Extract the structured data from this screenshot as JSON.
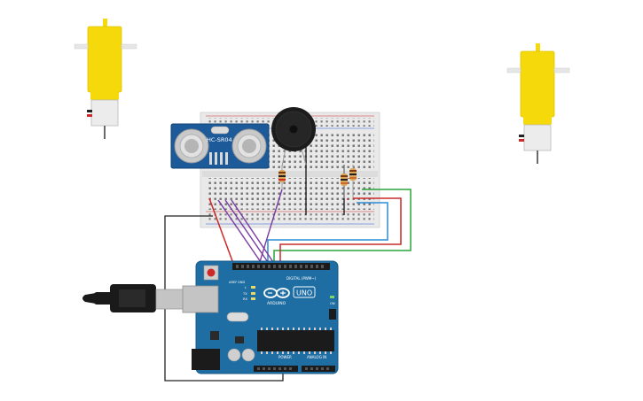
{
  "canvas": {
    "background": "#ffffff"
  },
  "components": {
    "sensor": {
      "label": "HC-SR04"
    },
    "arduino": {
      "logo_text": "UNO",
      "brand_text": "ARDUINO",
      "digital_label": "DIGITAL (PWM~)",
      "power_label": "POWER",
      "analog_label": "ANALOG IN",
      "aref_label": "AREF",
      "gnd_label": "GND",
      "tx_label": "TX",
      "rx_label": "RX",
      "l_label": "L",
      "on_label": "ON"
    }
  },
  "colors": {
    "motor_body": "#f5d90a",
    "motor_shaft": "#e6e6e6",
    "breadboard": "#e9e9e9",
    "board_blue": "#1f6ea3",
    "sensor_blue": "#1d5a9a",
    "buzzer": "#1c1c1c",
    "wire_green": "#2aa63a",
    "wire_red": "#cc2a2a",
    "wire_blue": "#2a8bd6",
    "wire_purple": "#7b3aa0",
    "wire_black": "#222222"
  }
}
